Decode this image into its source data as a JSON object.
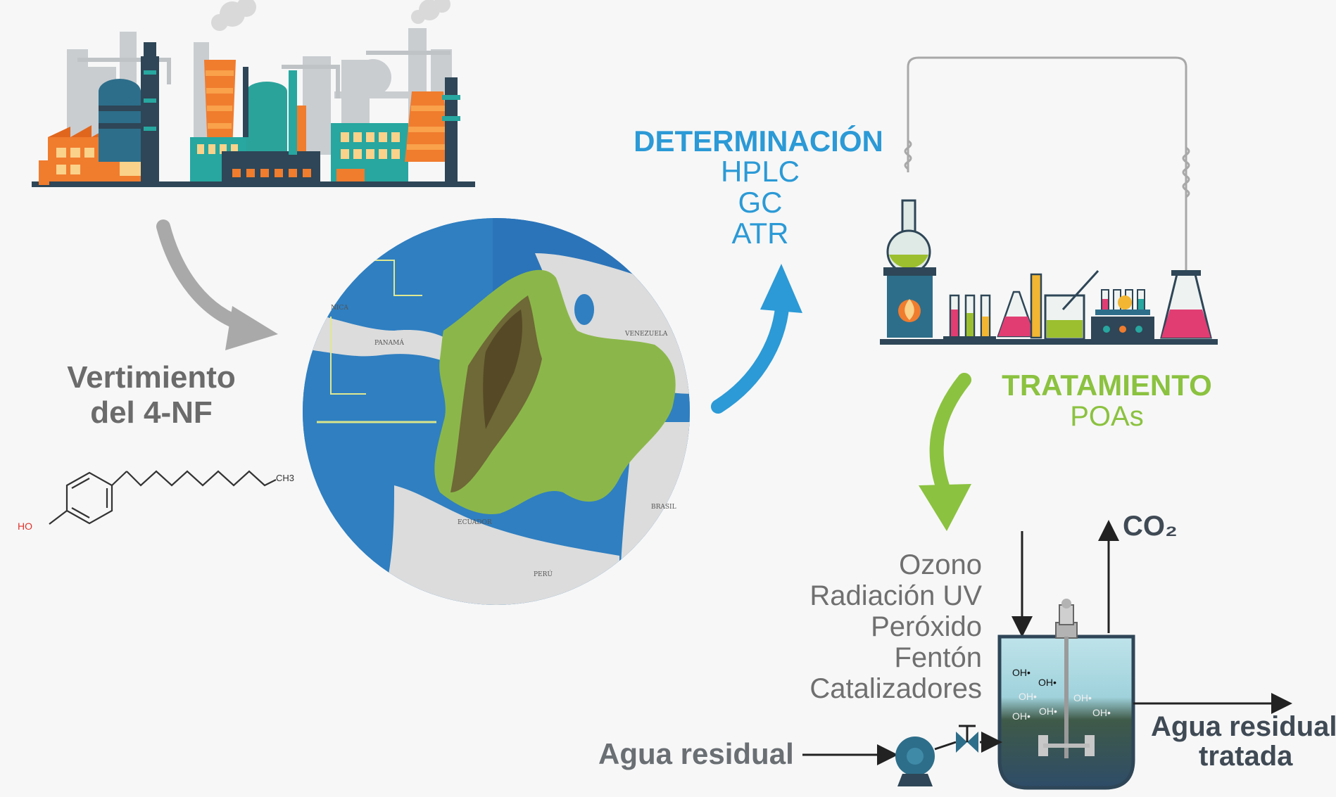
{
  "source": {
    "label_line1": "Vertimiento",
    "label_line2": "del 4-NF",
    "molecule": {
      "left_group": "HO",
      "right_group": "CH3"
    }
  },
  "determination": {
    "title": "DETERMINACIÓN",
    "methods": [
      "HPLC",
      "GC",
      "ATR"
    ]
  },
  "treatment": {
    "title": "TRATAMIENTO",
    "subtitle": "POAs",
    "methods": [
      "Ozono",
      "Radiación UV",
      "Peróxido",
      "Fentón",
      "Catalizadores"
    ]
  },
  "reactor": {
    "inlet_label": "Agua residual",
    "outlet_label_line1": "Agua residual",
    "outlet_label_line2": "tratada",
    "gas_output": "CO₂",
    "radical": "OH•"
  },
  "map_labels": [
    "PANAMÁ",
    "VENEZUELA",
    "ECUADOR",
    "PERÚ",
    "BRASIL",
    "NICA"
  ],
  "colors": {
    "blue_accent": "#2b9ad6",
    "green_accent": "#8bc23f",
    "gray_arrow": "#a9a9a9",
    "text_gray": "#6b6b6b",
    "text_dark": "#3f4a55"
  }
}
